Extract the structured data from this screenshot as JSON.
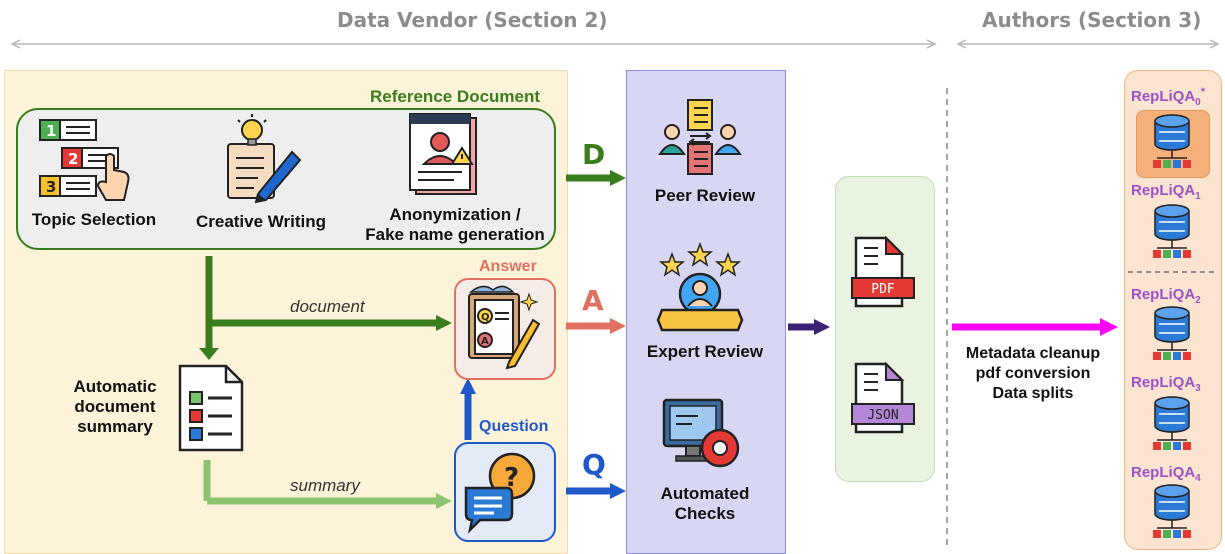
{
  "headers": {
    "vendor": "Data Vendor (Section 2)",
    "authors": "Authors (Section 3)"
  },
  "reference": {
    "title": "Reference Document",
    "topic": "Topic Selection",
    "creative": "Creative Writing",
    "anon_line1": "Anonymization /",
    "anon_line2": "Fake name generation"
  },
  "summary_block": {
    "line1": "Automatic",
    "line2": "document",
    "line3": "summary"
  },
  "edges": {
    "document": "document",
    "summary": "summary"
  },
  "answer": {
    "title": "Answer"
  },
  "question": {
    "title": "Question"
  },
  "flow_letters": {
    "d": "D",
    "a": "A",
    "q": "Q"
  },
  "review": {
    "peer": "Peer Review",
    "expert": "Expert Review",
    "auto_line1": "Automated",
    "auto_line2": "Checks"
  },
  "formats": {
    "pdf": "PDF",
    "json": "JSON"
  },
  "process": {
    "line1": "Metadata cleanup",
    "line2": "pdf conversion",
    "line3": "Data splits"
  },
  "datasets": {
    "name": "RepLiQA",
    "subs": [
      "0",
      "1",
      "2",
      "3",
      "4"
    ],
    "star": "*"
  },
  "colors": {
    "vendor_bg": "#fdf3d9",
    "review_bg": "#d7d6f3",
    "format_bg": "#e8f3e0",
    "authors_bg": "#fbe5d0",
    "green": "#3a7d1f",
    "light_green": "#8bc46f",
    "red": "#e07060",
    "blue": "#1f58c8",
    "purple": "#3b2275",
    "magenta": "#ff00ff"
  }
}
